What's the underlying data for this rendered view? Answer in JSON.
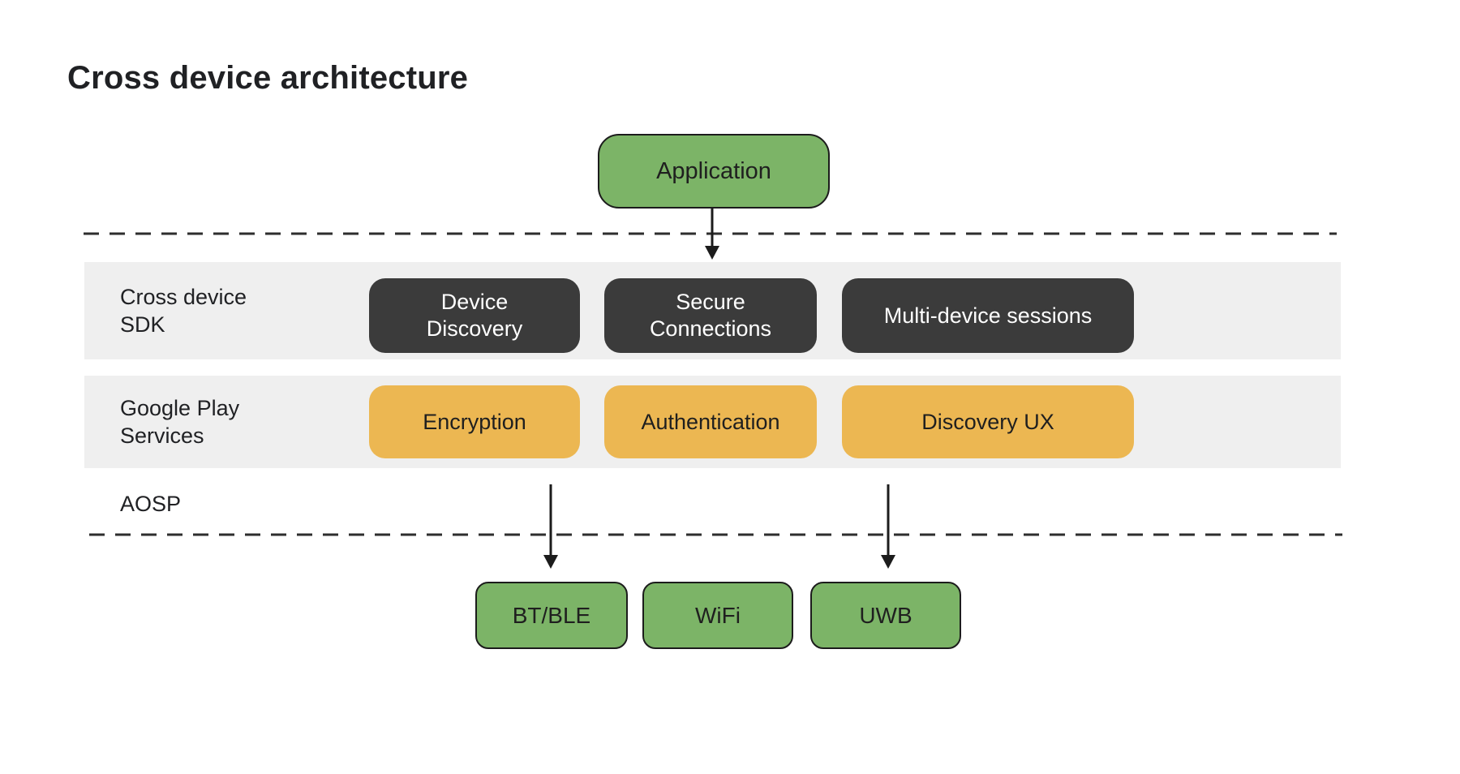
{
  "page": {
    "title": "Cross device architecture"
  },
  "colors": {
    "green": "#7cb467",
    "outline": "#1c1c1c",
    "dark": "#3b3b3b",
    "orange": "#ecb752",
    "band": "#efefef",
    "ink": "#202124",
    "box-dark-text": "#ffffff",
    "line": "#2e2e2e"
  },
  "diagram": {
    "application": {
      "label": "Application"
    },
    "sdk_band": {
      "label_line1": "Cross device",
      "label_line2": "SDK",
      "boxes": [
        {
          "line1": "Device",
          "line2": "Discovery"
        },
        {
          "line1": "Secure",
          "line2": "Connections"
        },
        {
          "line1": "Multi-device sessions"
        }
      ]
    },
    "gps_band": {
      "label_line1": "Google Play",
      "label_line2": "Services",
      "boxes": [
        {
          "line1": "Encryption"
        },
        {
          "line1": "Authentication"
        },
        {
          "line1": "Discovery UX"
        }
      ]
    },
    "aosp": {
      "label": "AOSP"
    },
    "transports": [
      {
        "label": "BT/BLE"
      },
      {
        "label": "WiFi"
      },
      {
        "label": "UWB"
      }
    ]
  }
}
